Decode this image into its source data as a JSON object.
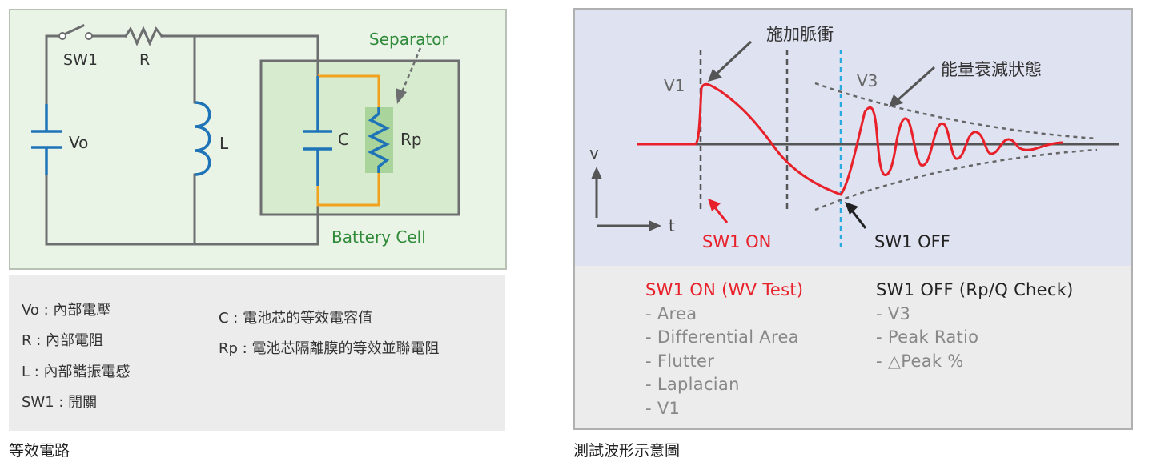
{
  "left": {
    "labels": {
      "sw1": "SW1",
      "r": "R",
      "vo": "Vo",
      "l": "L",
      "c": "C",
      "rp": "Rp",
      "separator": "Separator",
      "battery_cell": "Battery Cell"
    },
    "legend": [
      "Vo : 內部電壓",
      "R : 內部電阻",
      "L : 內部諧振電感",
      "SW1 : 開關",
      "C : 電池芯的等效電容值",
      "Rp : 電池芯隔離膜的等效並聯電阻"
    ],
    "caption": "等效電路"
  },
  "right": {
    "labels": {
      "pulse": "施加脈衝",
      "decay": "能量衰減狀態",
      "v1": "V1",
      "v3": "V3",
      "v_axis": "v",
      "t_axis": "t",
      "sw1_on": "SW1 ON",
      "sw1_off": "SW1 OFF"
    },
    "on_title": "SW1 ON (WV Test)",
    "on_items": [
      "- Area",
      "- Differential Area",
      "- Flutter",
      "- Laplacian",
      "- V1"
    ],
    "off_title": "SW1 OFF (Rp/Q Check)",
    "off_items": [
      "- V3",
      "- Peak Ratio",
      "- △Peak %"
    ],
    "caption": "測試波形示意圖"
  },
  "colors": {
    "wire": "#6d6e70",
    "blue": "#1f74b8",
    "orange": "#f0a21f",
    "green_text": "#2f8a3a",
    "red": "#e8202a",
    "cyan": "#29a9e1",
    "panel_green": "#e9f3e6",
    "cell_green": "#d7ebce",
    "rp_green": "#a9d49b",
    "panel_lav": "#dfe2f1",
    "panel_gray": "#ececec"
  }
}
